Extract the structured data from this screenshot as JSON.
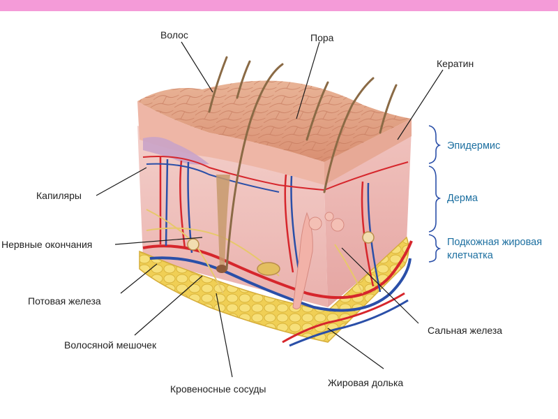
{
  "colors": {
    "top_bar": "#f49bd8",
    "layer_label": "#1c6fa0",
    "label_text": "#222222",
    "artery": "#d6262c",
    "vein": "#2a4fa8",
    "fat": "#f2d75a",
    "dermis": "#f1c3bf",
    "epidermis_top": "#e2a184"
  },
  "labels": {
    "hair": "Волос",
    "pore": "Пора",
    "keratin": "Кератин",
    "capillaries": "Капиляры",
    "nerve_endings": "Нервные окончания",
    "sweat_gland": "Потовая железа",
    "hair_follicle": "Волосяной мешочек",
    "blood_vessels": "Кровеносные сосуды",
    "fat_lobule": "Жировая долька",
    "sebaceous_gland": "Сальная железа"
  },
  "layers": {
    "epidermis": "Эпидермис",
    "dermis": "Дерма",
    "subcutaneous_line1": "Подкожная жировая",
    "subcutaneous_line2": "клетчатка"
  }
}
